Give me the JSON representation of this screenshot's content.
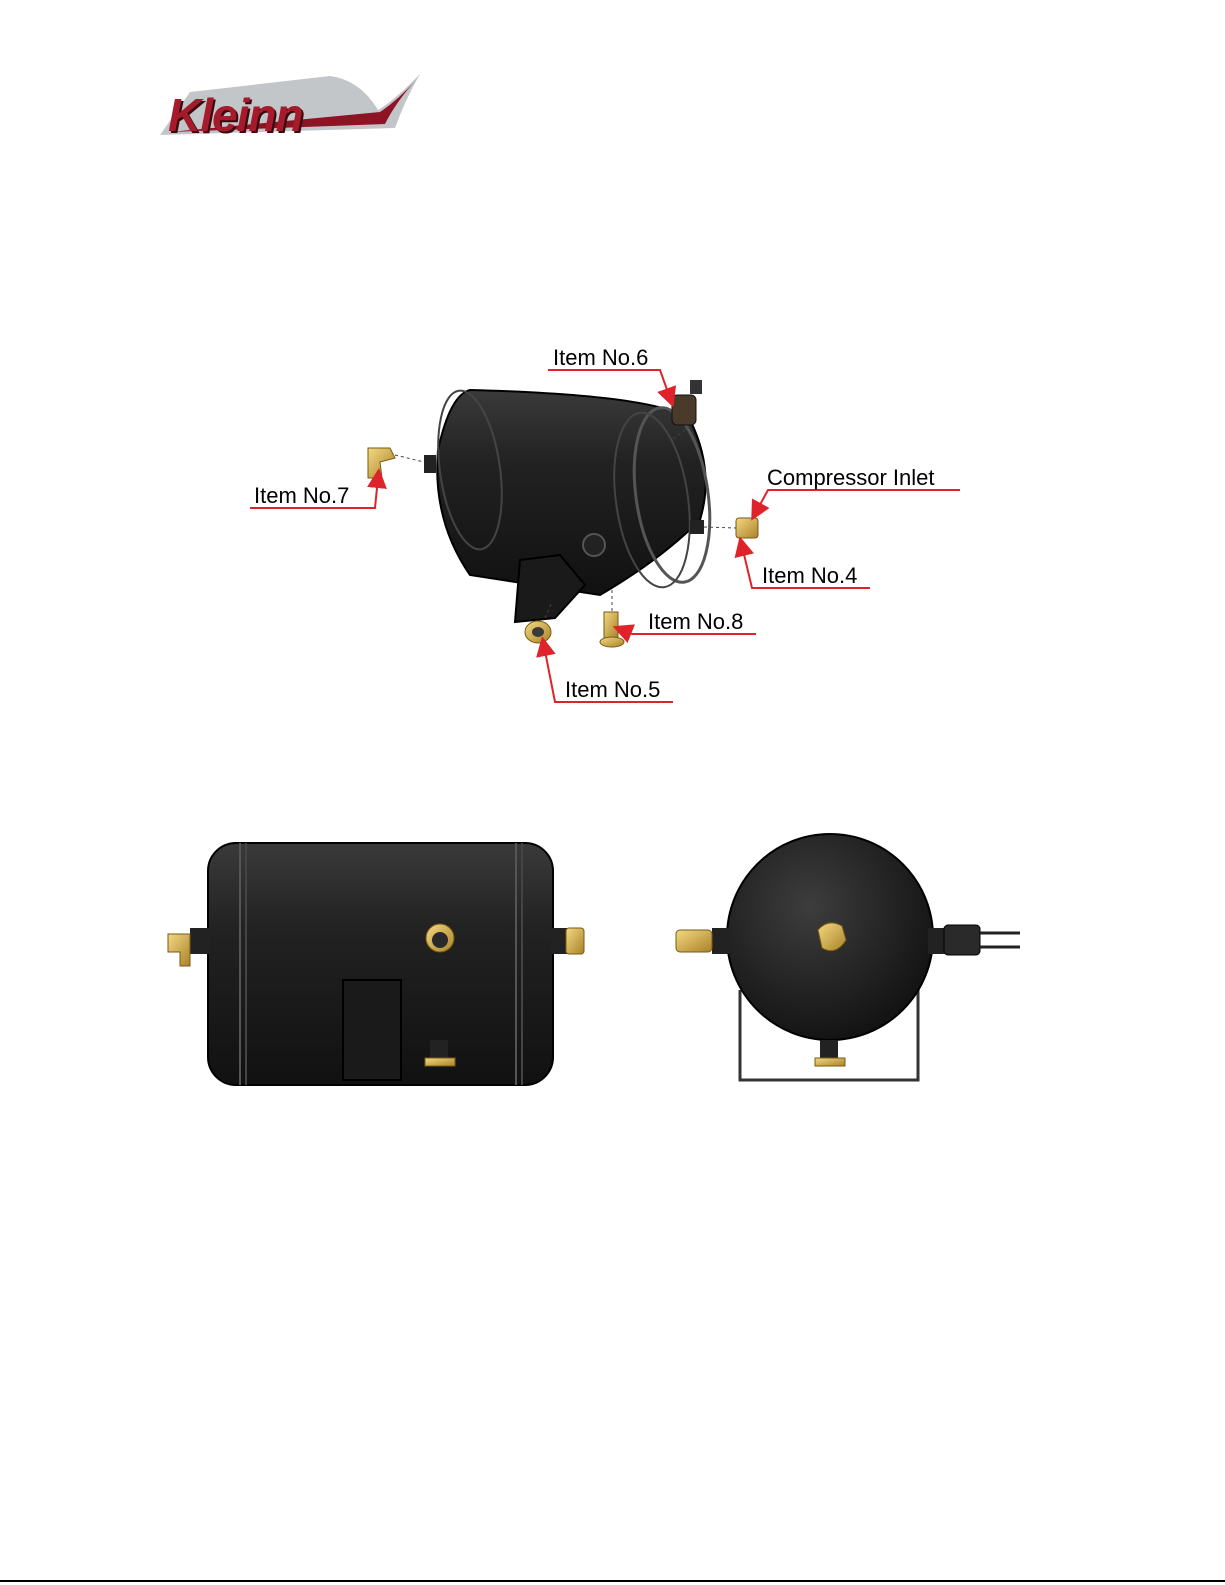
{
  "logo": {
    "brand": "Kleinn"
  },
  "labels": {
    "item6": "Item No.6",
    "item7": "Item No.7",
    "compressor_inlet": "Compressor Inlet",
    "item4": "Item No.4",
    "item8": "Item No.8",
    "item5": "Item No.5"
  },
  "colors": {
    "leader": "#e0232b",
    "tank": "#1a1a1a",
    "brass": "#d9b44a",
    "logo_red": "#a51b2b"
  },
  "icons": [
    "kleinn-logo",
    "air-tank-isometric",
    "air-tank-side-view",
    "air-tank-end-view"
  ]
}
